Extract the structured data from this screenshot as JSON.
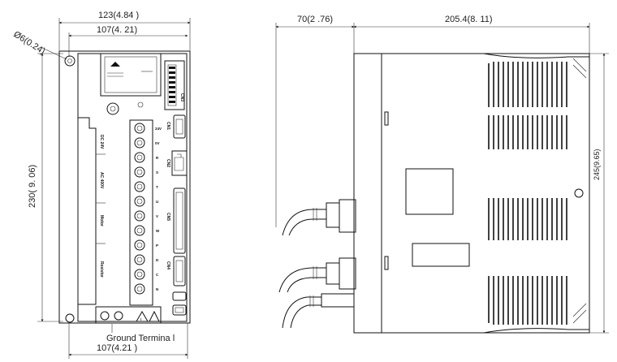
{
  "front_view": {
    "dims": {
      "top_overall": "123(4.84 )",
      "top_inner": "107(4. 21)",
      "hole": "Ø6(0.24)",
      "height": "230( 9. 06)",
      "bottom": "107(4.21 )"
    },
    "ground_label": "Ground Termina l",
    "terminal_labels": [
      "DC 24V",
      "AC 400V",
      "Motor",
      "Resistor"
    ],
    "right_labels": [
      "CN3",
      "CN1",
      "CN2",
      "CN5",
      "CN4"
    ],
    "pin_labels": [
      "24V",
      "0V",
      "R",
      "S",
      "T",
      "U",
      "V",
      "W",
      "P",
      "D",
      "C",
      "N"
    ]
  },
  "side_view": {
    "dims": {
      "left": "70(2 .76)",
      "right": "205.4(8. 11)",
      "height": "245(9.65)"
    }
  }
}
